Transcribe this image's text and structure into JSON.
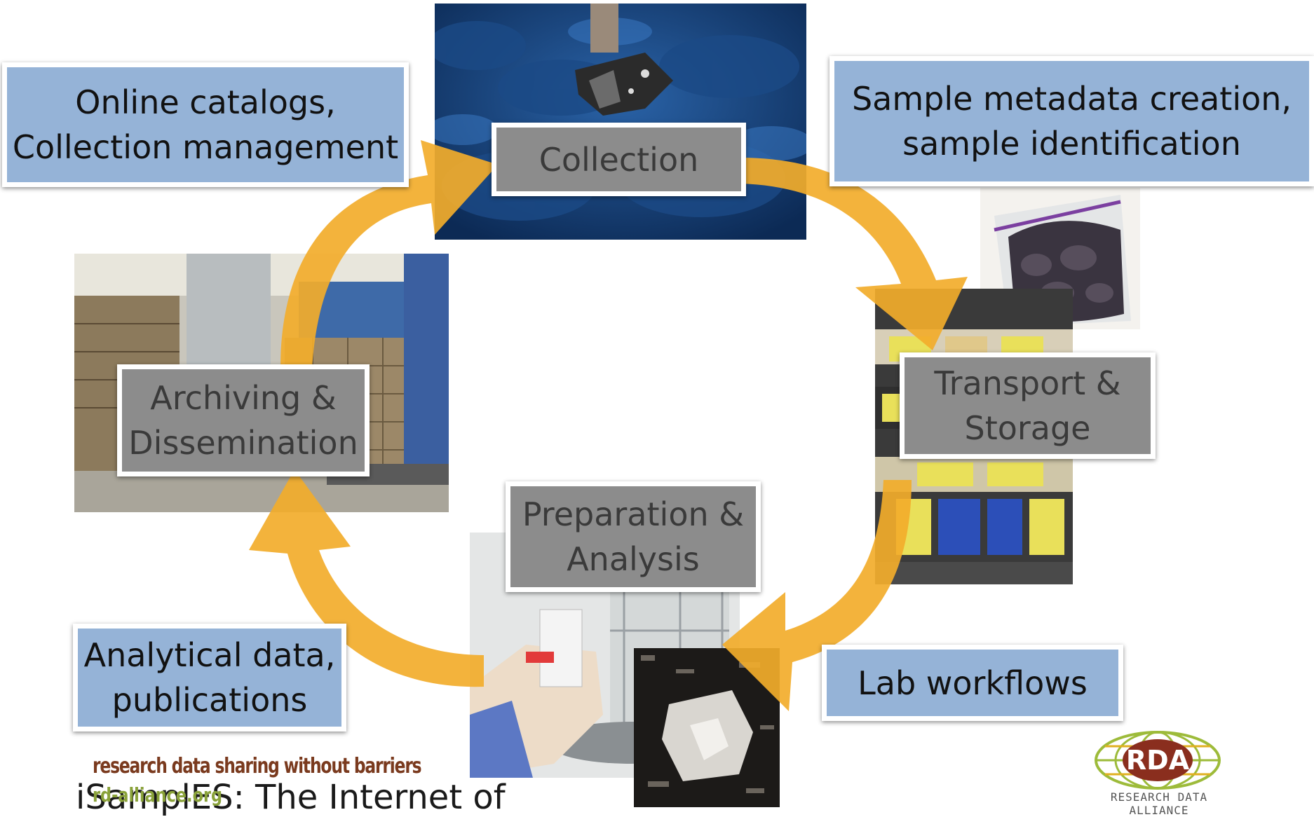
{
  "cycle_stages": {
    "collection": "Collection",
    "transport": "Transport &\nStorage",
    "preparation": "Preparation &\nAnalysis",
    "archiving": "Archiving &\nDissemination"
  },
  "callouts": {
    "top_left": "Online catalogs,\nCollection management",
    "top_right": "Sample metadata creation,\nsample identification",
    "bottom_right": "Lab workflows",
    "bottom_left": "Analytical data,\npublications"
  },
  "footer": {
    "tagline": "research data sharing without barriers",
    "url": "rd-alliance.org",
    "title_fragment": "iSamplES: The Internet of"
  },
  "logo": {
    "letters": "RDA",
    "name": "RESEARCH DATA ALLIANCE"
  },
  "colors": {
    "arrow": "#f2ac2b",
    "blue_box": "#95b3d7",
    "grey_box": "#8c8c8c"
  }
}
